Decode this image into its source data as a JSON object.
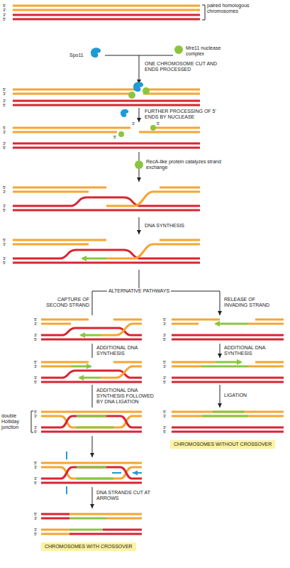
{
  "diagram": {
    "nodes": [
      {
        "text": [
          "CHROMOSOMES WITHOUT CROSSOVER"
        ]
      },
      {
        "text": [
          "CHROMOSOMES WITH CROSSOVER"
        ]
      }
    ],
    "labels": [
      "paired homologous chromosomes",
      "Spo11",
      "Mre11 nuclease complex",
      "ONE CHROMOSOME CUT AND ENDS PROCESSED",
      "FURTHER PROCESSING OF 5' ENDS BY NUCLEASE",
      "RecA-like protein catalyzes strand exchange",
      "DNA SYNTHESIS",
      "ALTERNATIVE PATHWAYS",
      "CAPTURE OF SECOND STRAND",
      "RELEASE OF INVADING STRAND",
      "ADDITIONAL DNA SYNTHESIS",
      "ADDITIONAL DNA SYNTHESIS",
      "ADDITIONAL DNA SYNTHESIS FOLLOWED BY DNA LIGATION",
      "LIGATION",
      "double Holliday junction",
      "DNA STRANDS CUT AT ARROWS",
      "5'",
      "3'",
      "3'",
      "5'",
      "5'",
      "3'",
      "3'",
      "5'",
      "5'",
      "3'",
      "3'",
      "5'",
      "5'",
      "3'",
      "3'",
      "5'",
      "5'",
      "3'",
      "3'",
      "5'",
      "5'",
      "3'",
      "3'",
      "5'",
      "5'",
      "3'",
      "3'",
      "5'",
      "5'",
      "3'",
      "3'",
      "5'",
      "5'",
      "3'",
      "3'",
      "5'",
      "5'",
      "3'",
      "3'",
      "5'",
      "5'",
      "3'",
      "3'",
      "5'",
      "5'",
      "3'",
      "3'",
      "5'",
      "5'",
      "3'",
      "3'",
      "5'",
      "3'",
      "5'",
      "5'"
    ]
  }
}
